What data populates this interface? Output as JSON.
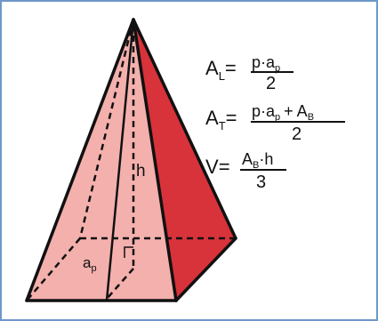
{
  "colors": {
    "border": "#6f97c9",
    "face_left": "#f5b6b2",
    "face_front": "#f2a7a4",
    "face_right": "#d8323a",
    "edge": "#111111"
  },
  "labels": {
    "height": "h",
    "apothem_a": "a",
    "apothem_sub": "p"
  },
  "formulas": {
    "lateral_area": {
      "lhs": "A",
      "lhs_sub": "L",
      "eq": "=",
      "num_p": "p",
      "num_dot": "·",
      "num_a": "a",
      "num_a_sub": "p",
      "den": "2"
    },
    "total_area": {
      "lhs": "A",
      "lhs_sub": "T",
      "eq": "=",
      "num_p": "p",
      "num_dot": "·",
      "num_a": "a",
      "num_a_sub": "p",
      "num_plus": "+",
      "num_b": "A",
      "num_b_sub": "B",
      "den": "2"
    },
    "volume": {
      "lhs": "V",
      "eq": "=",
      "num_a": "A",
      "num_a_sub": "B",
      "num_dot": "·",
      "num_h": "h",
      "den": "3"
    }
  }
}
